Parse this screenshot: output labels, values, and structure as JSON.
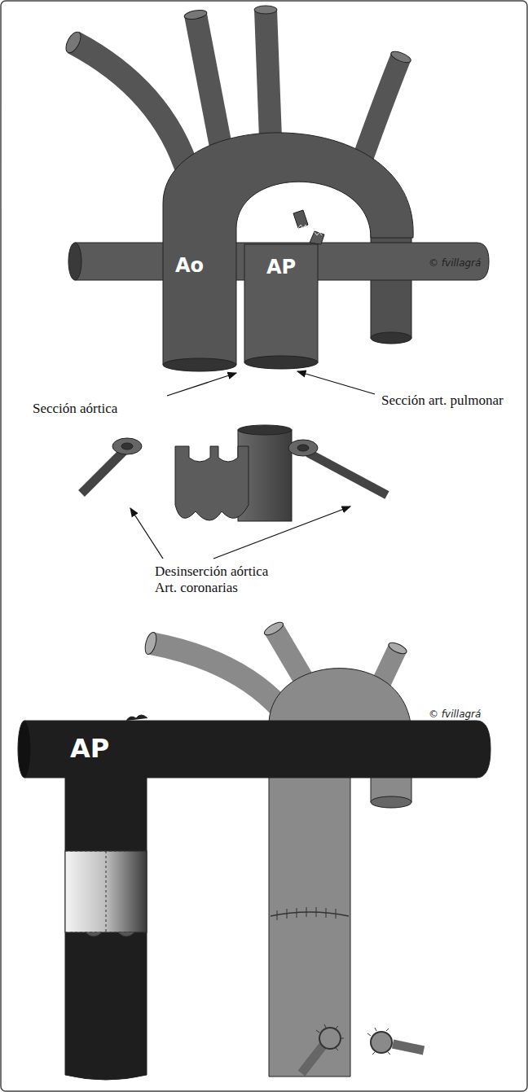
{
  "diagram": {
    "labels": [
      "Ao",
      "AP",
      "© fvillagrá",
      "Sección aórtica",
      "Sección art. pulmonar",
      "Desinserción aórtica Art. coronarias",
      "AP",
      "© fvillagrá"
    ]
  }
}
